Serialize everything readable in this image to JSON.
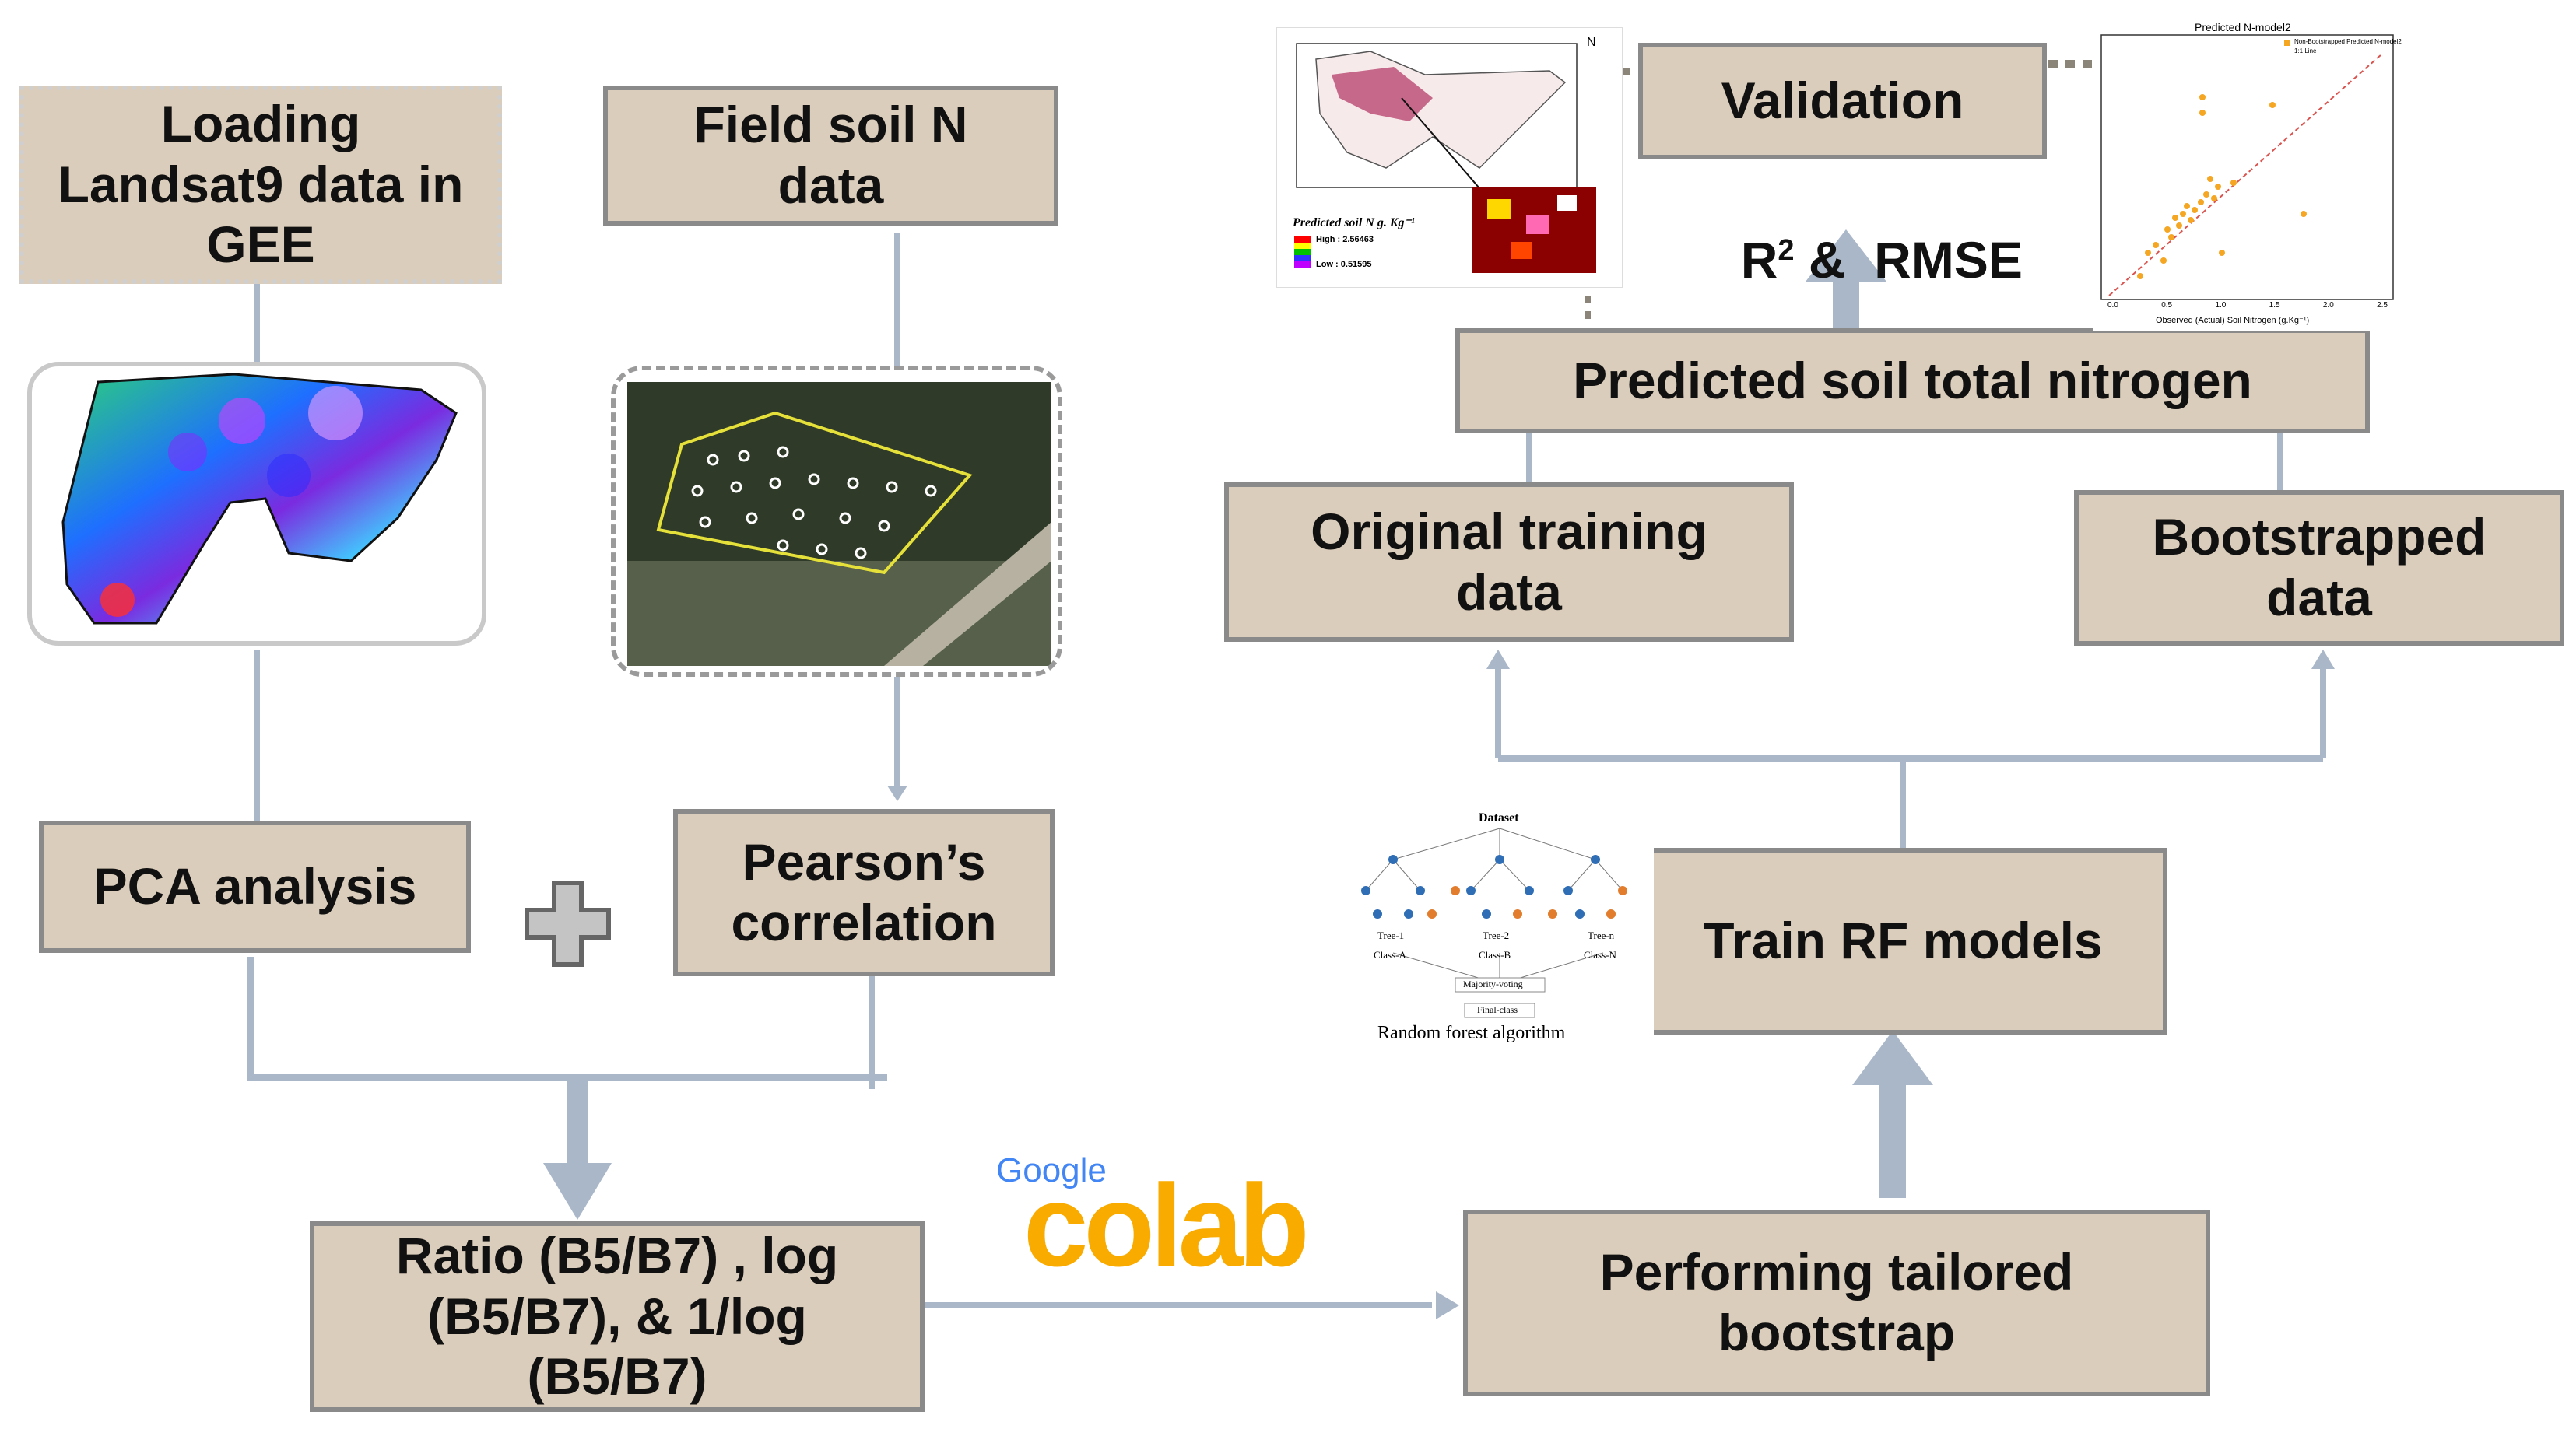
{
  "nodes": {
    "loading": "Loading\nLandsat9 data in\nGEE",
    "field_soil": "Field soil N\ndata",
    "pca": "PCA analysis",
    "pearson": "Pearson’s\ncorrelation",
    "ratio": "Ratio (B5/B7) , log\n(B5/B7), & 1/log\n(B5/B7)",
    "bootstrap": "Performing tailored\nbootstrap",
    "train_rf": "Train RF models",
    "original_training": "Original training\ndata",
    "bootstrapped": "Bootstrapped\ndata",
    "predicted": "Predicted soil total nitrogen",
    "validation": "Validation"
  },
  "metrics": {
    "r2": "R",
    "sup": "2",
    "rest": " &  RMSE"
  },
  "colab_logo": {
    "google": "Google",
    "colab": "colab"
  },
  "rf_figure": {
    "dataset": "Dataset",
    "trees": [
      "Tree-1",
      "Tree-2",
      "Tree-n"
    ],
    "classes": [
      "Class-A",
      "Class-B",
      "Class-N"
    ],
    "vote": "Majority-voting",
    "final": "Final-class",
    "caption": "Random forest algorithm"
  },
  "map_figure": {
    "legend_title": "Predicted soil N g. Kg⁻¹",
    "high": "High : 2.56463",
    "low": "Low : 0.51595",
    "north": "N"
  },
  "scatter_figure": {
    "title": "Predicted N-model2",
    "legend_points": "Non-Bootstrapped Predicted N-model2",
    "legend_line": "1:1 Line",
    "xlabel": "Observed (Actual) Soil Nitrogen (g.Kg⁻¹)",
    "xticks": [
      "0.0",
      "0.5",
      "1.0",
      "1.5",
      "2.0",
      "2.5"
    ]
  },
  "colors": {
    "box_fill": "#dbcdbb",
    "box_border": "#8a8a8a",
    "connector": "#a9b7c9",
    "scatter_points": "#f5a623",
    "fit_line": "#d9534f"
  },
  "icons": [
    "plus-icon",
    "arrow-up-icon",
    "arrow-down-icon"
  ]
}
